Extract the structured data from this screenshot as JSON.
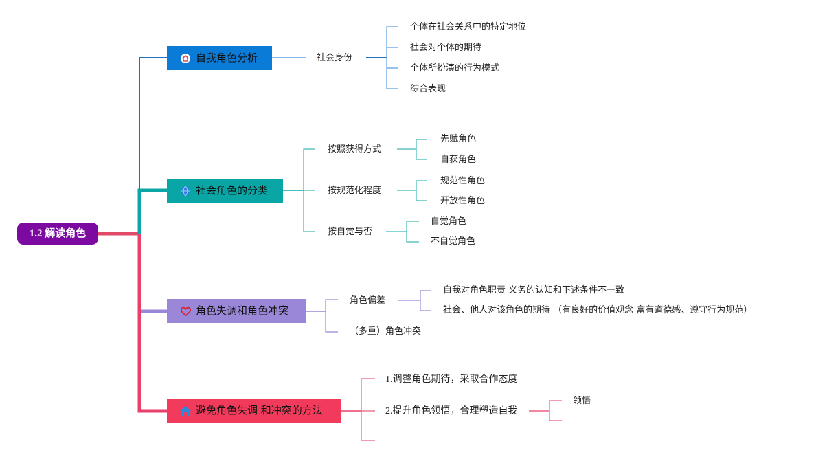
{
  "root": {
    "label": "1.2 解读角色"
  },
  "branches": [
    {
      "label": "自我角色分析",
      "icon": "home-icon",
      "color": "#0a7bd6",
      "children": [
        {
          "label": "社会身份",
          "children": [
            "个体在社会关系中的特定地位",
            "社会对个体的期待",
            "个体所扮演的行为模式",
            "综合表现"
          ]
        }
      ]
    },
    {
      "label": "社会角色的分类",
      "icon": "globe-icon",
      "color": "#0aa6a6",
      "children": [
        {
          "label": "按照获得方式",
          "children": [
            "先赋角色",
            "自获角色"
          ]
        },
        {
          "label": "按规范化程度",
          "children": [
            "规范性角色",
            "开放性角色"
          ]
        },
        {
          "label": "按自觉与否",
          "children": [
            "自觉角色",
            "不自觉角色"
          ]
        }
      ]
    },
    {
      "label": "角色失调和角色冲突",
      "icon": "heart-icon",
      "color": "#9b87d8",
      "children": [
        {
          "label": "角色偏差",
          "children": [
            "自我对角色职责 义务的认知和下述条件不一致",
            "社会、他人对该角色的期待 （有良好的价值观念 富有道德感、遵守行为规范）"
          ]
        },
        {
          "label": "（多重）角色冲突",
          "children": []
        }
      ]
    },
    {
      "label": "避免角色失调 和冲突的方法",
      "icon": "house-icon",
      "color": "#ef3b5a",
      "children": [
        {
          "label": "1.调整角色期待，采取合作态度",
          "children": []
        },
        {
          "label": "2.提升角色领悟，合理塑造自我",
          "children": [
            "领悟",
            ""
          ]
        },
        {
          "label": "",
          "children": []
        }
      ]
    }
  ]
}
